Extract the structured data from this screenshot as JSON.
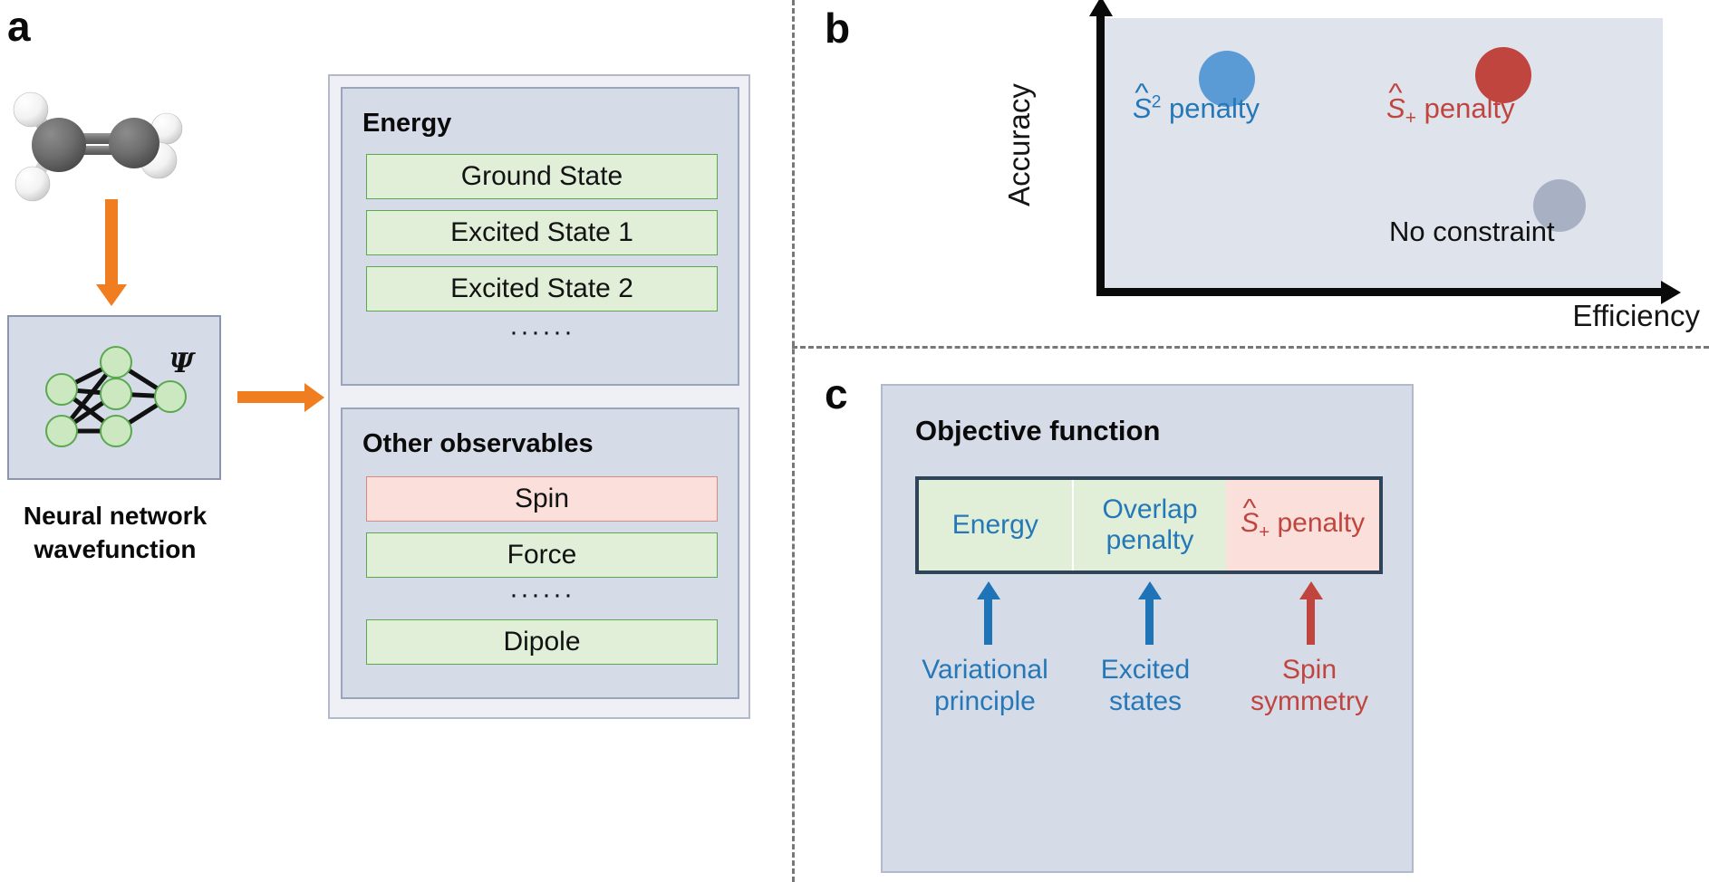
{
  "panels": {
    "a": "a",
    "b": "b",
    "c": "c"
  },
  "panel_a": {
    "molecule_name": "ethylene-molecule",
    "network_label": "Ψ",
    "caption": "Neural network\nwavefunction",
    "energy_group": {
      "title": "Energy",
      "items": [
        {
          "label": "Ground State",
          "color": "green"
        },
        {
          "label": "Excited State 1",
          "color": "green"
        },
        {
          "label": "Excited State 2",
          "color": "green"
        }
      ],
      "ellipsis": "······"
    },
    "other_group": {
      "title": "Other observables",
      "items": [
        {
          "label": "Spin",
          "color": "pink"
        },
        {
          "label": "Force",
          "color": "green"
        }
      ],
      "ellipsis": "······",
      "last_item": {
        "label": "Dipole",
        "color": "green"
      }
    }
  },
  "panel_b": {
    "ylabel": "Accuracy",
    "xlabel": "Efficiency",
    "points": [
      {
        "name": "s2-penalty",
        "label_prefix": "S",
        "label_sup": "2",
        "label_suffix": " penalty",
        "color": "#5b9bd5",
        "label_color": "#2578b8",
        "x": 0.22,
        "y": 0.78
      },
      {
        "name": "splus-penalty",
        "label_prefix": "S",
        "label_sub": "+",
        "label_suffix": " penalty",
        "color": "#c0453f",
        "label_color": "#c0453f",
        "x": 0.7,
        "y": 0.84
      },
      {
        "name": "no-constraint",
        "label": "No constraint",
        "color": "#a8b0c4",
        "label_color": "#111111",
        "x": 0.82,
        "y": 0.32
      }
    ]
  },
  "panel_c": {
    "title": "Objective function",
    "segments": [
      {
        "name": "energy",
        "label": "Energy",
        "color": "green"
      },
      {
        "name": "overlap-penalty",
        "label": "Overlap\npenalty",
        "color": "green"
      },
      {
        "name": "splus-penalty",
        "label_prefix": "S",
        "label_sub": "+",
        "label_suffix": " penalty",
        "color": "pink"
      }
    ],
    "footers": [
      {
        "name": "variational-principle",
        "label": "Variational\nprinciple",
        "color": "#2578b8"
      },
      {
        "name": "excited-states",
        "label": "Excited\nstates",
        "color": "#2578b8"
      },
      {
        "name": "spin-symmetry",
        "label": "Spin\nsymmetry",
        "color": "#c0453f"
      }
    ]
  },
  "colors": {
    "panel_bg": "#d6dbe8",
    "green_fill": "#e1efd9",
    "pink_fill": "#fbdfdb",
    "orange": "#f07d20",
    "blue_text": "#2578b8",
    "red_text": "#c0453f"
  }
}
